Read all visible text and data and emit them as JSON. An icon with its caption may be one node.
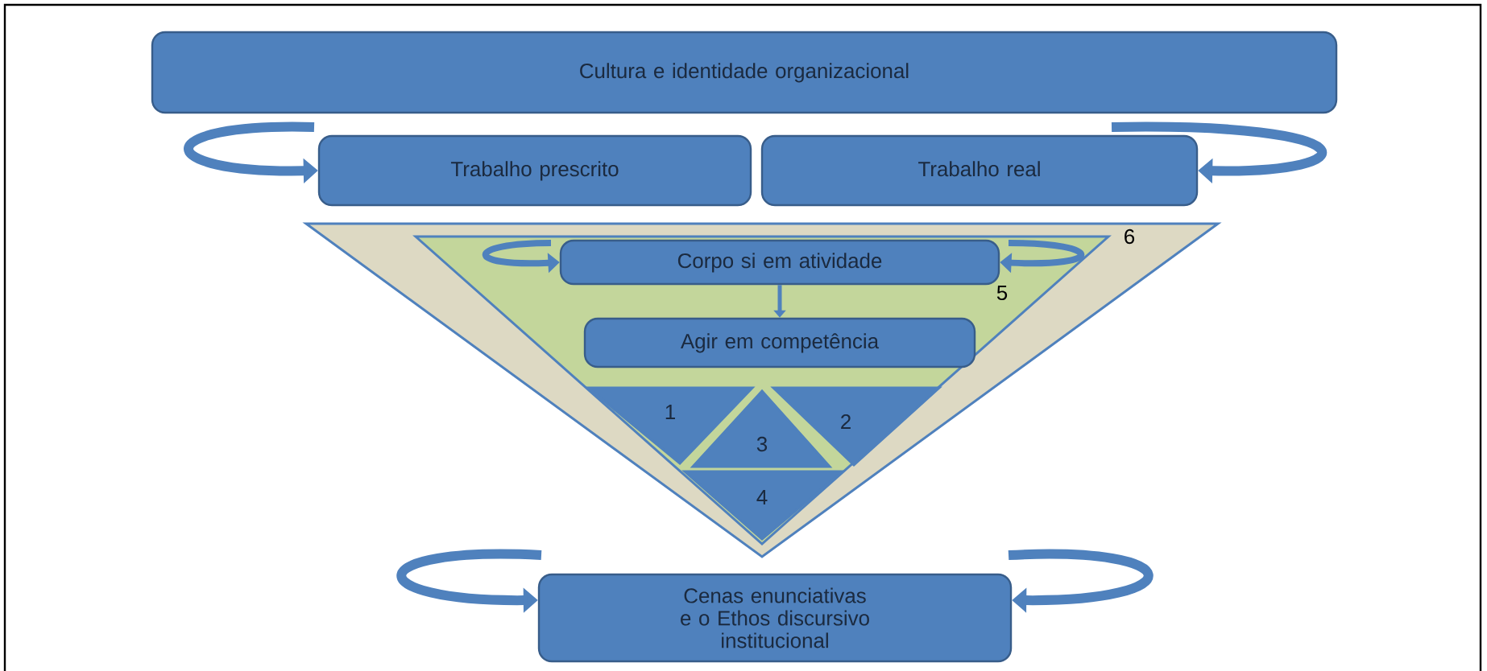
{
  "diagram": {
    "nodes": [
      {
        "text": [
          "Cultura e identidade organizacional"
        ]
      },
      {
        "text": [
          "Trabalho prescrito"
        ]
      },
      {
        "text": [
          "Trabalho real"
        ]
      },
      {
        "text": [],
        "shape": "triangle",
        "beside": [
          "6"
        ]
      },
      {
        "text": [],
        "shape": "triangle",
        "beside": [
          "5"
        ],
        "in": 3
      },
      {
        "text": [
          "Corpo si em atividade"
        ],
        "in": 4
      },
      {
        "text": [
          "Agir em competência"
        ],
        "in": 4
      },
      {
        "text": [
          "1"
        ],
        "in": 4
      },
      {
        "text": [
          "2"
        ],
        "in": 4
      },
      {
        "text": [
          "3"
        ],
        "in": 4
      },
      {
        "text": [
          "4"
        ],
        "in": 4
      },
      {
        "text": [
          "Cenas enunciativas e o Ethos discursivo institucional"
        ]
      }
    ],
    "edges": [
      {
        "from": null,
        "to": 1,
        "arrow": "to"
      },
      {
        "from": null,
        "to": 2,
        "arrow": "to"
      },
      {
        "from": null,
        "to": 5,
        "arrow": "to"
      },
      {
        "from": null,
        "to": 5,
        "arrow": "to"
      },
      {
        "from": 5,
        "to": 6,
        "arrow": "to"
      },
      {
        "from": null,
        "to": 11,
        "arrow": "to"
      },
      {
        "from": null,
        "to": 11,
        "arrow": "to"
      }
    ]
  }
}
